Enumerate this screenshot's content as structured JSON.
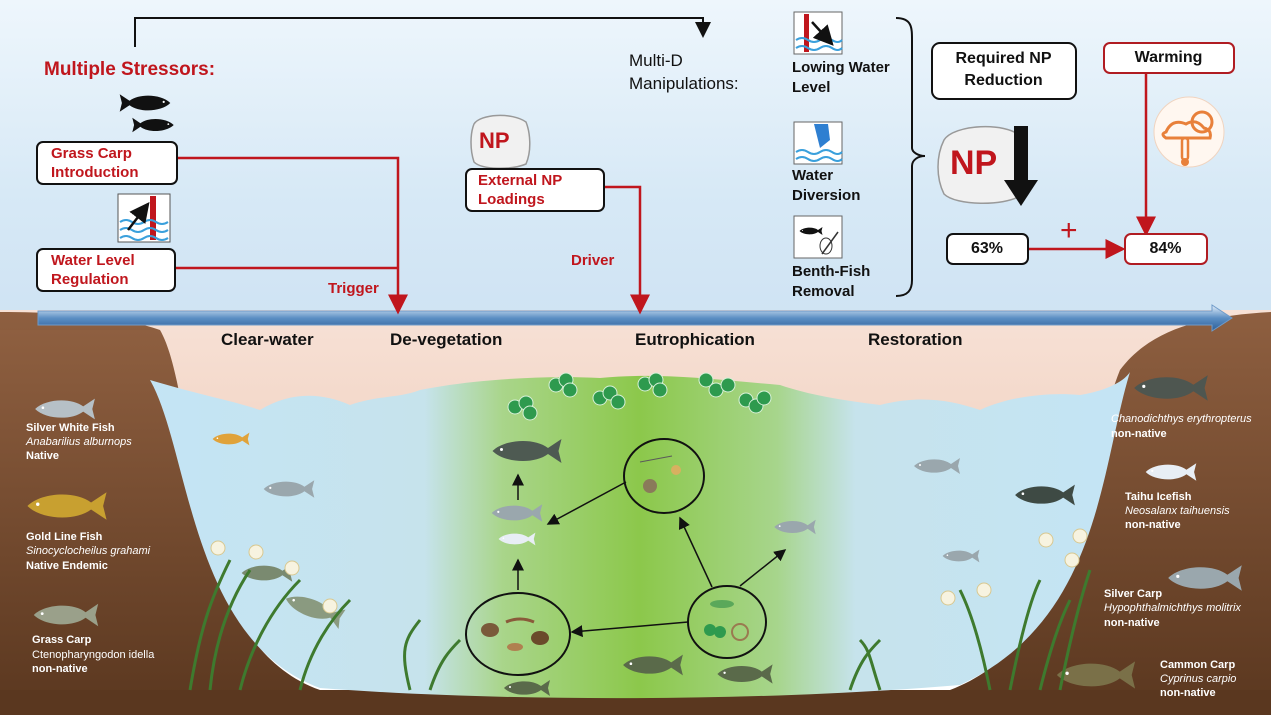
{
  "stressors": {
    "heading": "Multiple Stressors:",
    "grass_carp": [
      "Grass Carp",
      "Introduction"
    ],
    "water_level": [
      "Water Level",
      "Regulation"
    ],
    "trigger": "Trigger"
  },
  "np": {
    "bag_label": "NP",
    "external": [
      "External NP",
      "Loadings"
    ],
    "driver": "Driver"
  },
  "manipulations": {
    "heading": [
      "Multi-D",
      "Manipulations:"
    ],
    "items": [
      [
        "Lowing Water",
        "Level"
      ],
      [
        "Water",
        "Diversion"
      ],
      [
        "Benth-Fish",
        "Removal"
      ]
    ]
  },
  "reduction": {
    "heading": [
      "Required NP",
      "Reduction"
    ],
    "bag_label": "NP",
    "base_value": "63%",
    "plus": "+",
    "warming": "Warming",
    "warmed_value": "84%"
  },
  "stages": [
    "Clear-water",
    "De-vegetation",
    "Eutrophication",
    "Restoration"
  ],
  "native_species": [
    {
      "name": "Silver White Fish",
      "sci": "Anabarilius alburnops",
      "status": "Native"
    },
    {
      "name": "Gold Line Fish",
      "sci": "Sinocyclocheilus grahami",
      "status": "Native Endemic"
    },
    {
      "name": "Grass Carp",
      "sci": "Ctenopharyngodon idella",
      "status": "non-native"
    }
  ],
  "nonnative_species": [
    {
      "name": "",
      "sci": "Chanodichthys erythropterus",
      "status": "non-native"
    },
    {
      "name": "Taihu Icefish",
      "sci": "Neosalanx taihuensis",
      "status": "non-native"
    },
    {
      "name": "Silver Carp",
      "sci": "Hypophthalmichthys molitrix",
      "status": "non-native"
    },
    {
      "name": "Cammon Carp",
      "sci": "Cyprinus carpio",
      "status": "non-native"
    }
  ],
  "colors": {
    "accent_red": "#c0161d",
    "sky_top": "#e9f3fb",
    "soil": "#8a5a3c",
    "water": "#bfe0f3",
    "eutrophic_green": "#8cc84b"
  }
}
